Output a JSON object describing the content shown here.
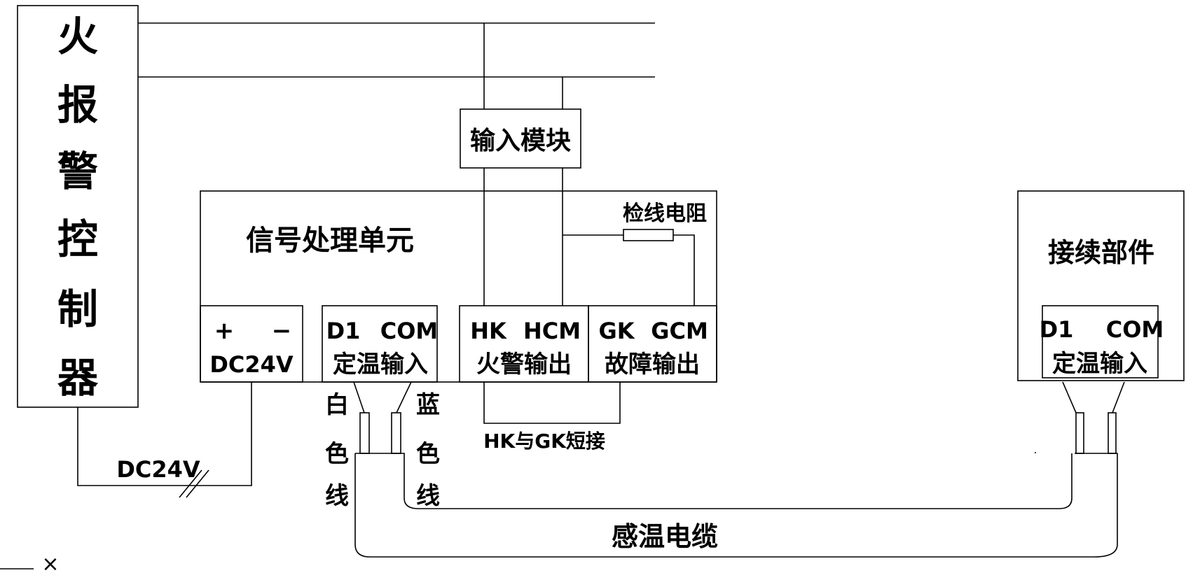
{
  "controller": {
    "chars": [
      "火",
      "报",
      "警",
      "控",
      "制",
      "器"
    ]
  },
  "input_module": {
    "label": "输入模块"
  },
  "signal_unit": {
    "title": "信号处理单元",
    "dc": {
      "plus": "+",
      "minus": "−",
      "label": "DC24V"
    },
    "temp_input": {
      "d1": "D1",
      "com": "COM",
      "label": "定温输入"
    },
    "fire_output": {
      "hk": "HK",
      "hcm": "HCM",
      "label": "火警输出"
    },
    "fault_output": {
      "gk": "GK",
      "gcm": "GCM",
      "label": "故障输出"
    },
    "check_resistor": "检线电阻"
  },
  "short_note": "HK与GK短接",
  "power_label": "DC24V",
  "wires": {
    "white": [
      "白",
      "色",
      "线"
    ],
    "blue": [
      "蓝",
      "色",
      "线"
    ]
  },
  "cable_label": "感温电缆",
  "connector": {
    "title": "接续部件",
    "d1": "D1",
    "com": "COM",
    "label": "定温输入"
  },
  "ui": {
    "close_glyph": "×"
  }
}
